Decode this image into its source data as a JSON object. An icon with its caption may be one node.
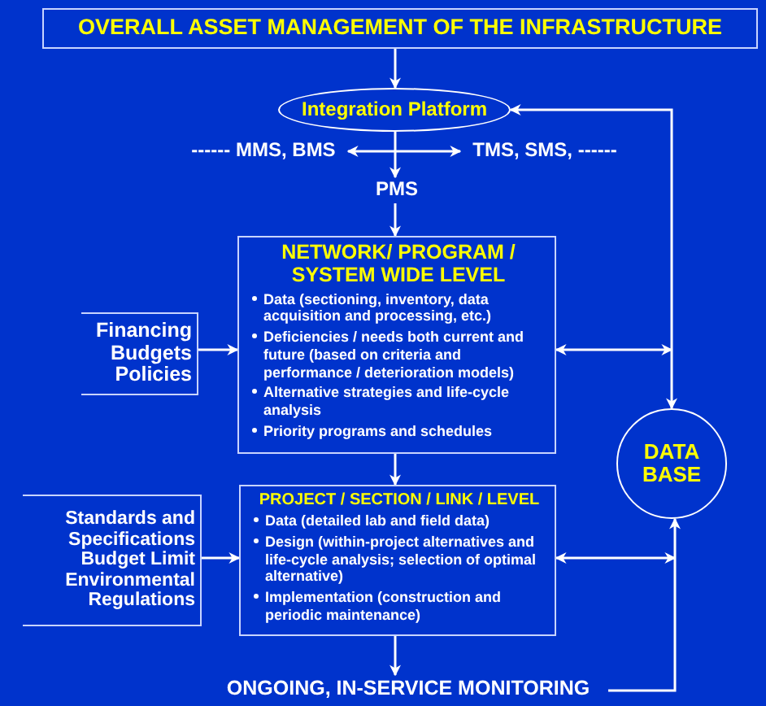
{
  "diagram": {
    "nodes": [
      {
        "text": [
          "OVERALL ASSET MANAGEMENT OF THE INFRASTRUCTURE"
        ]
      },
      {
        "text": [
          "Integration Platform"
        ]
      },
      {
        "text": [
          "------ MMS, BMS"
        ]
      },
      {
        "text": [
          "TMS, SMS, ------"
        ]
      },
      {
        "text": [
          "PMS"
        ]
      },
      {
        "text": [
          "NETWORK/ PROGRAM / SYSTEM WIDE LEVEL",
          "Data (sectioning, inventory, data acquisition and processing, etc.)",
          "Deficiencies / needs both current and future (based on criteria and performance / deterioration models)",
          "Alternative strategies and life-cycle analysis",
          "Priority programs and schedules"
        ]
      },
      {
        "text": [
          "Financing",
          "Budgets",
          "Policies"
        ]
      },
      {
        "text": [
          "PROJECT / SECTION / LINK / LEVEL",
          "Data (detailed lab and field data)",
          "Design (within-project alternatives and life-cycle analysis; selection of optimal alternative)",
          "Implementation (construction and periodic maintenance)"
        ]
      },
      {
        "text": [
          "Standards and Specifications",
          "Budget Limit",
          "Environmental Regulations"
        ]
      },
      {
        "text": [
          "DATA BASE"
        ]
      },
      {
        "text": [
          "ONGOING, IN-SERVICE MONITORING"
        ]
      }
    ],
    "edges": [
      {
        "from": 0,
        "to": 1,
        "arrow": "to"
      },
      {
        "from": 1,
        "to": 4,
        "arrow": "to"
      },
      {
        "from": 2,
        "to": 3,
        "arrow": "both"
      },
      {
        "from": 4,
        "to": 5,
        "arrow": "to"
      },
      {
        "from": 6,
        "to": 5,
        "arrow": "to"
      },
      {
        "from": 5,
        "to": 7,
        "arrow": "to"
      },
      {
        "from": 8,
        "to": 7,
        "arrow": "to"
      },
      {
        "from": 7,
        "to": 10,
        "arrow": "to"
      },
      {
        "from": 9,
        "to": 1,
        "arrow": "both"
      },
      {
        "from": 5,
        "to": 9,
        "arrow": "both"
      },
      {
        "from": 7,
        "to": 9,
        "arrow": "both"
      },
      {
        "from": 10,
        "to": 9,
        "arrow": "to"
      }
    ]
  }
}
